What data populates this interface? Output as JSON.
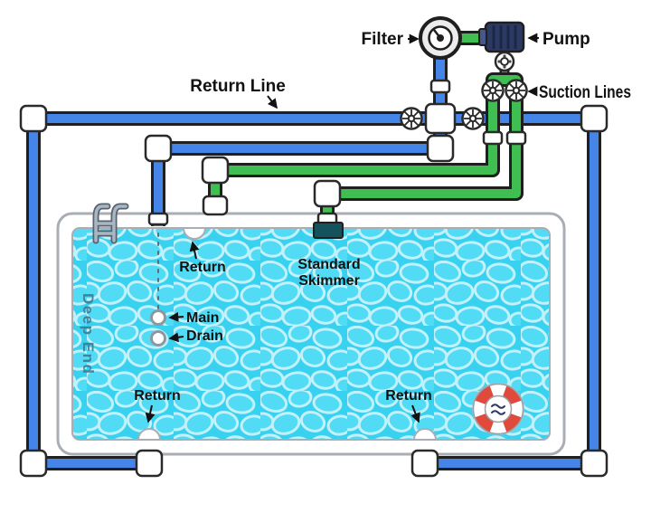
{
  "colors": {
    "pipe_blue": "#4585E8",
    "pipe_green": "#3FBE52",
    "pipe_outline": "#1f1f1f",
    "fitting_fill": "#ffffff",
    "fitting_outline": "#2a2a2a",
    "water_base": "#38d1f0",
    "water_cell": "#52dbf5",
    "water_cell_stroke": "#c3f1fb",
    "coping_fill": "#ffffff",
    "coping_outline": "#a9aeb4",
    "pump_navy": "#2C3A63",
    "pump_rib": "#1c2748",
    "ladder_dark": "#57636f",
    "ladder_light": "#a9b7c5",
    "deep_end_text": "#3f7a94",
    "label_ink": "#121212",
    "lifering_red": "#E04A3C",
    "skimmer_dark": "#14525e",
    "drain_dash": "#5b6d77"
  },
  "labels": {
    "filter": "Filter",
    "pump": "Pump",
    "return_line": "Return Line",
    "suction_lines": "Suction Lines"
  },
  "pool": {
    "deep_end": "Deep End",
    "return_top": "Return",
    "return_bottom_left": "Return",
    "return_bottom_right": "Return",
    "skimmer": {
      "line1": "Standard",
      "line2": "Skimmer"
    },
    "main_drain": {
      "line1": "Main",
      "line2": "Drain"
    }
  }
}
